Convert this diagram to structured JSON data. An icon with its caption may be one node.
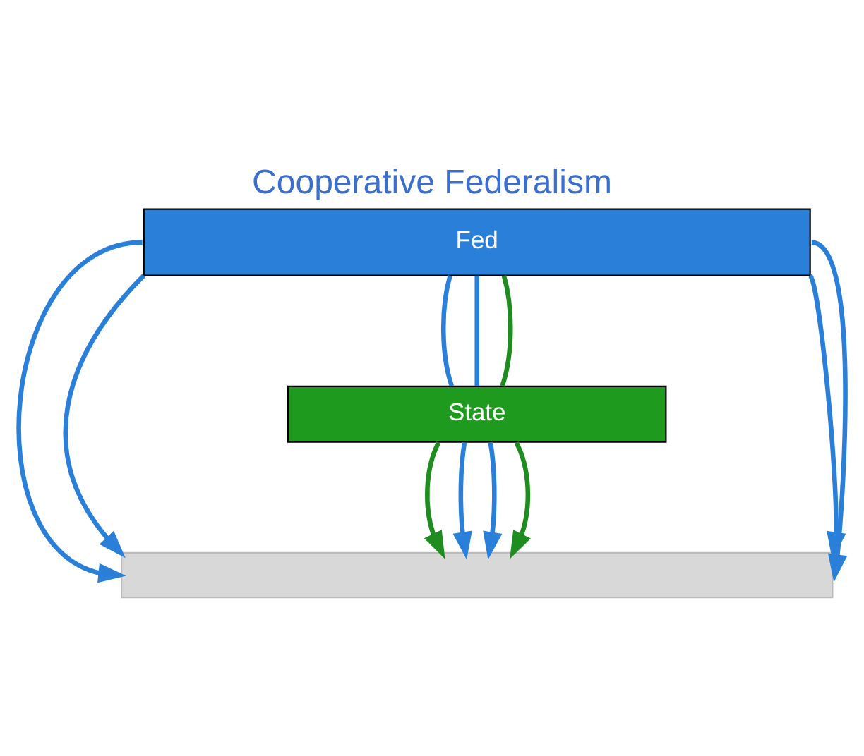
{
  "diagram": {
    "title": "Cooperative Federalism",
    "nodes": [
      {
        "text": [
          "Fed"
        ]
      },
      {
        "text": [
          "State"
        ]
      },
      {
        "text": [],
        "shape": "box"
      }
    ],
    "edges": [
      {
        "from": 0,
        "to": 2,
        "arrow": "to"
      },
      {
        "from": 0,
        "to": 2,
        "arrow": "to"
      },
      {
        "from": 0,
        "to": 1,
        "arrow": "none"
      },
      {
        "from": 0,
        "to": 1,
        "arrow": "none"
      },
      {
        "from": 1,
        "to": 0,
        "arrow": "none",
        "color": "#1e8c1e"
      },
      {
        "from": 0,
        "to": 2,
        "arrow": "to"
      },
      {
        "from": 0,
        "to": 2,
        "arrow": "to"
      },
      {
        "from": 1,
        "to": 2,
        "arrow": "to",
        "color": "#1e8c1e"
      },
      {
        "from": 1,
        "to": 2,
        "arrow": "to"
      },
      {
        "from": 1,
        "to": 2,
        "arrow": "to"
      },
      {
        "from": 1,
        "to": 2,
        "arrow": "to",
        "color": "#1e8c1e"
      }
    ]
  }
}
